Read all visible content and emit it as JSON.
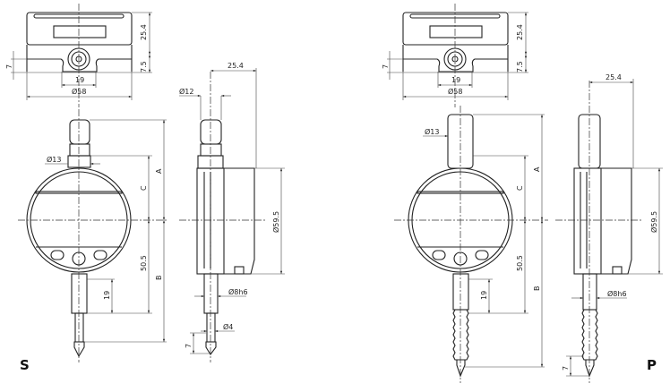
{
  "variants": [
    {
      "label": "S",
      "dims": {
        "width": "25.4",
        "depth": "7.5",
        "offset": "7",
        "lug": "19",
        "dia": "Ø58",
        "cap": "Ø12",
        "collar": "Ø13",
        "A": "A",
        "B": "B",
        "C": "C",
        "h": "50.5",
        "stem": "19",
        "case": "Ø59.5",
        "spindle": "Ø8h6",
        "tip": "Ø4",
        "travel": "7"
      }
    },
    {
      "label": "P",
      "dims": {
        "width": "25.4",
        "depth": "7.5",
        "offset": "7",
        "lug": "19",
        "dia": "Ø58",
        "collar": "Ø13",
        "A": "A",
        "B": "B",
        "C": "C",
        "h": "50.5",
        "stem": "19",
        "case": "Ø59.5",
        "spindle": "Ø8h6",
        "travel": "7"
      }
    }
  ]
}
